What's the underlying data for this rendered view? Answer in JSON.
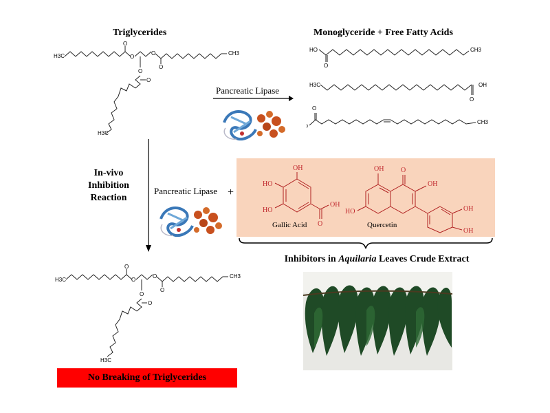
{
  "headings": {
    "triglycerides": "Triglycerides",
    "products": "Monoglyceride + Free Fatty Acids"
  },
  "enzyme": {
    "label_top": "Pancreatic Lipase",
    "label_mid": "Pancreatic Lipase"
  },
  "reaction_label": [
    "In-vivo",
    "Inhibition",
    "Reaction"
  ],
  "plus": "+",
  "inhibitors": {
    "title_prefix": "Inhibitors  in ",
    "title_italic": "Aquilaria",
    "title_suffix": " Leaves Crude Extract",
    "gallic_acid": "Gallic Acid",
    "quercetin": "Quercetin"
  },
  "chem_labels": {
    "h3c": "H3C",
    "ch3": "CH3",
    "ho": "HO",
    "oh": "OH",
    "o": "O"
  },
  "result": "No Breaking of Triglycerides",
  "colors": {
    "inhibitor_box": "#f9d4bc",
    "result_box": "#ff0000",
    "protein_blue": "#3a78b8",
    "protein_orange": "#c8501e",
    "leaf_green": "#1f4a26"
  }
}
